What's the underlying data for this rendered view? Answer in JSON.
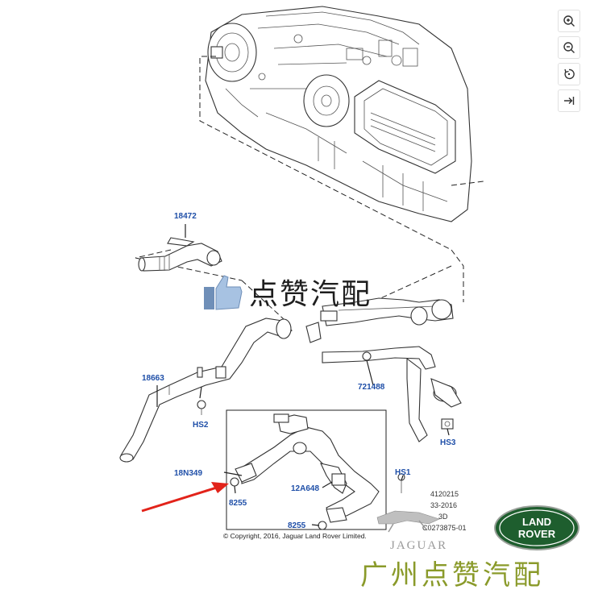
{
  "callouts": {
    "c18472": "18472",
    "c18663": "18663",
    "hs2": "HS2",
    "c721488": "721488",
    "hs3": "HS3",
    "c18n349": "18N349",
    "c8255a": "8255",
    "c12a648": "12A648",
    "hs1": "HS1",
    "c8255b": "8255"
  },
  "reference": {
    "line1": "4120215",
    "line2": "33-2016",
    "line3": "3D",
    "line4": "C0273875-01"
  },
  "copyright": "© Copyright, 2016, Jaguar Land Rover Limited.",
  "watermark_center": "点赞汽配",
  "watermark_bottom": "广州点赞汽配",
  "jaguar_wordmark": "JAGUAR",
  "land_rover_logo": "LAND ROVER",
  "toolbar": {
    "zoom_in": "zoom-in",
    "zoom_out": "zoom-out",
    "rotate": "rotate",
    "fit": "fit"
  },
  "colors": {
    "callout": "#1f4fa8",
    "arrow": "#e2231a",
    "lr_green": "#1e5e2e",
    "watermark_bottom": "#8a9a2a"
  }
}
